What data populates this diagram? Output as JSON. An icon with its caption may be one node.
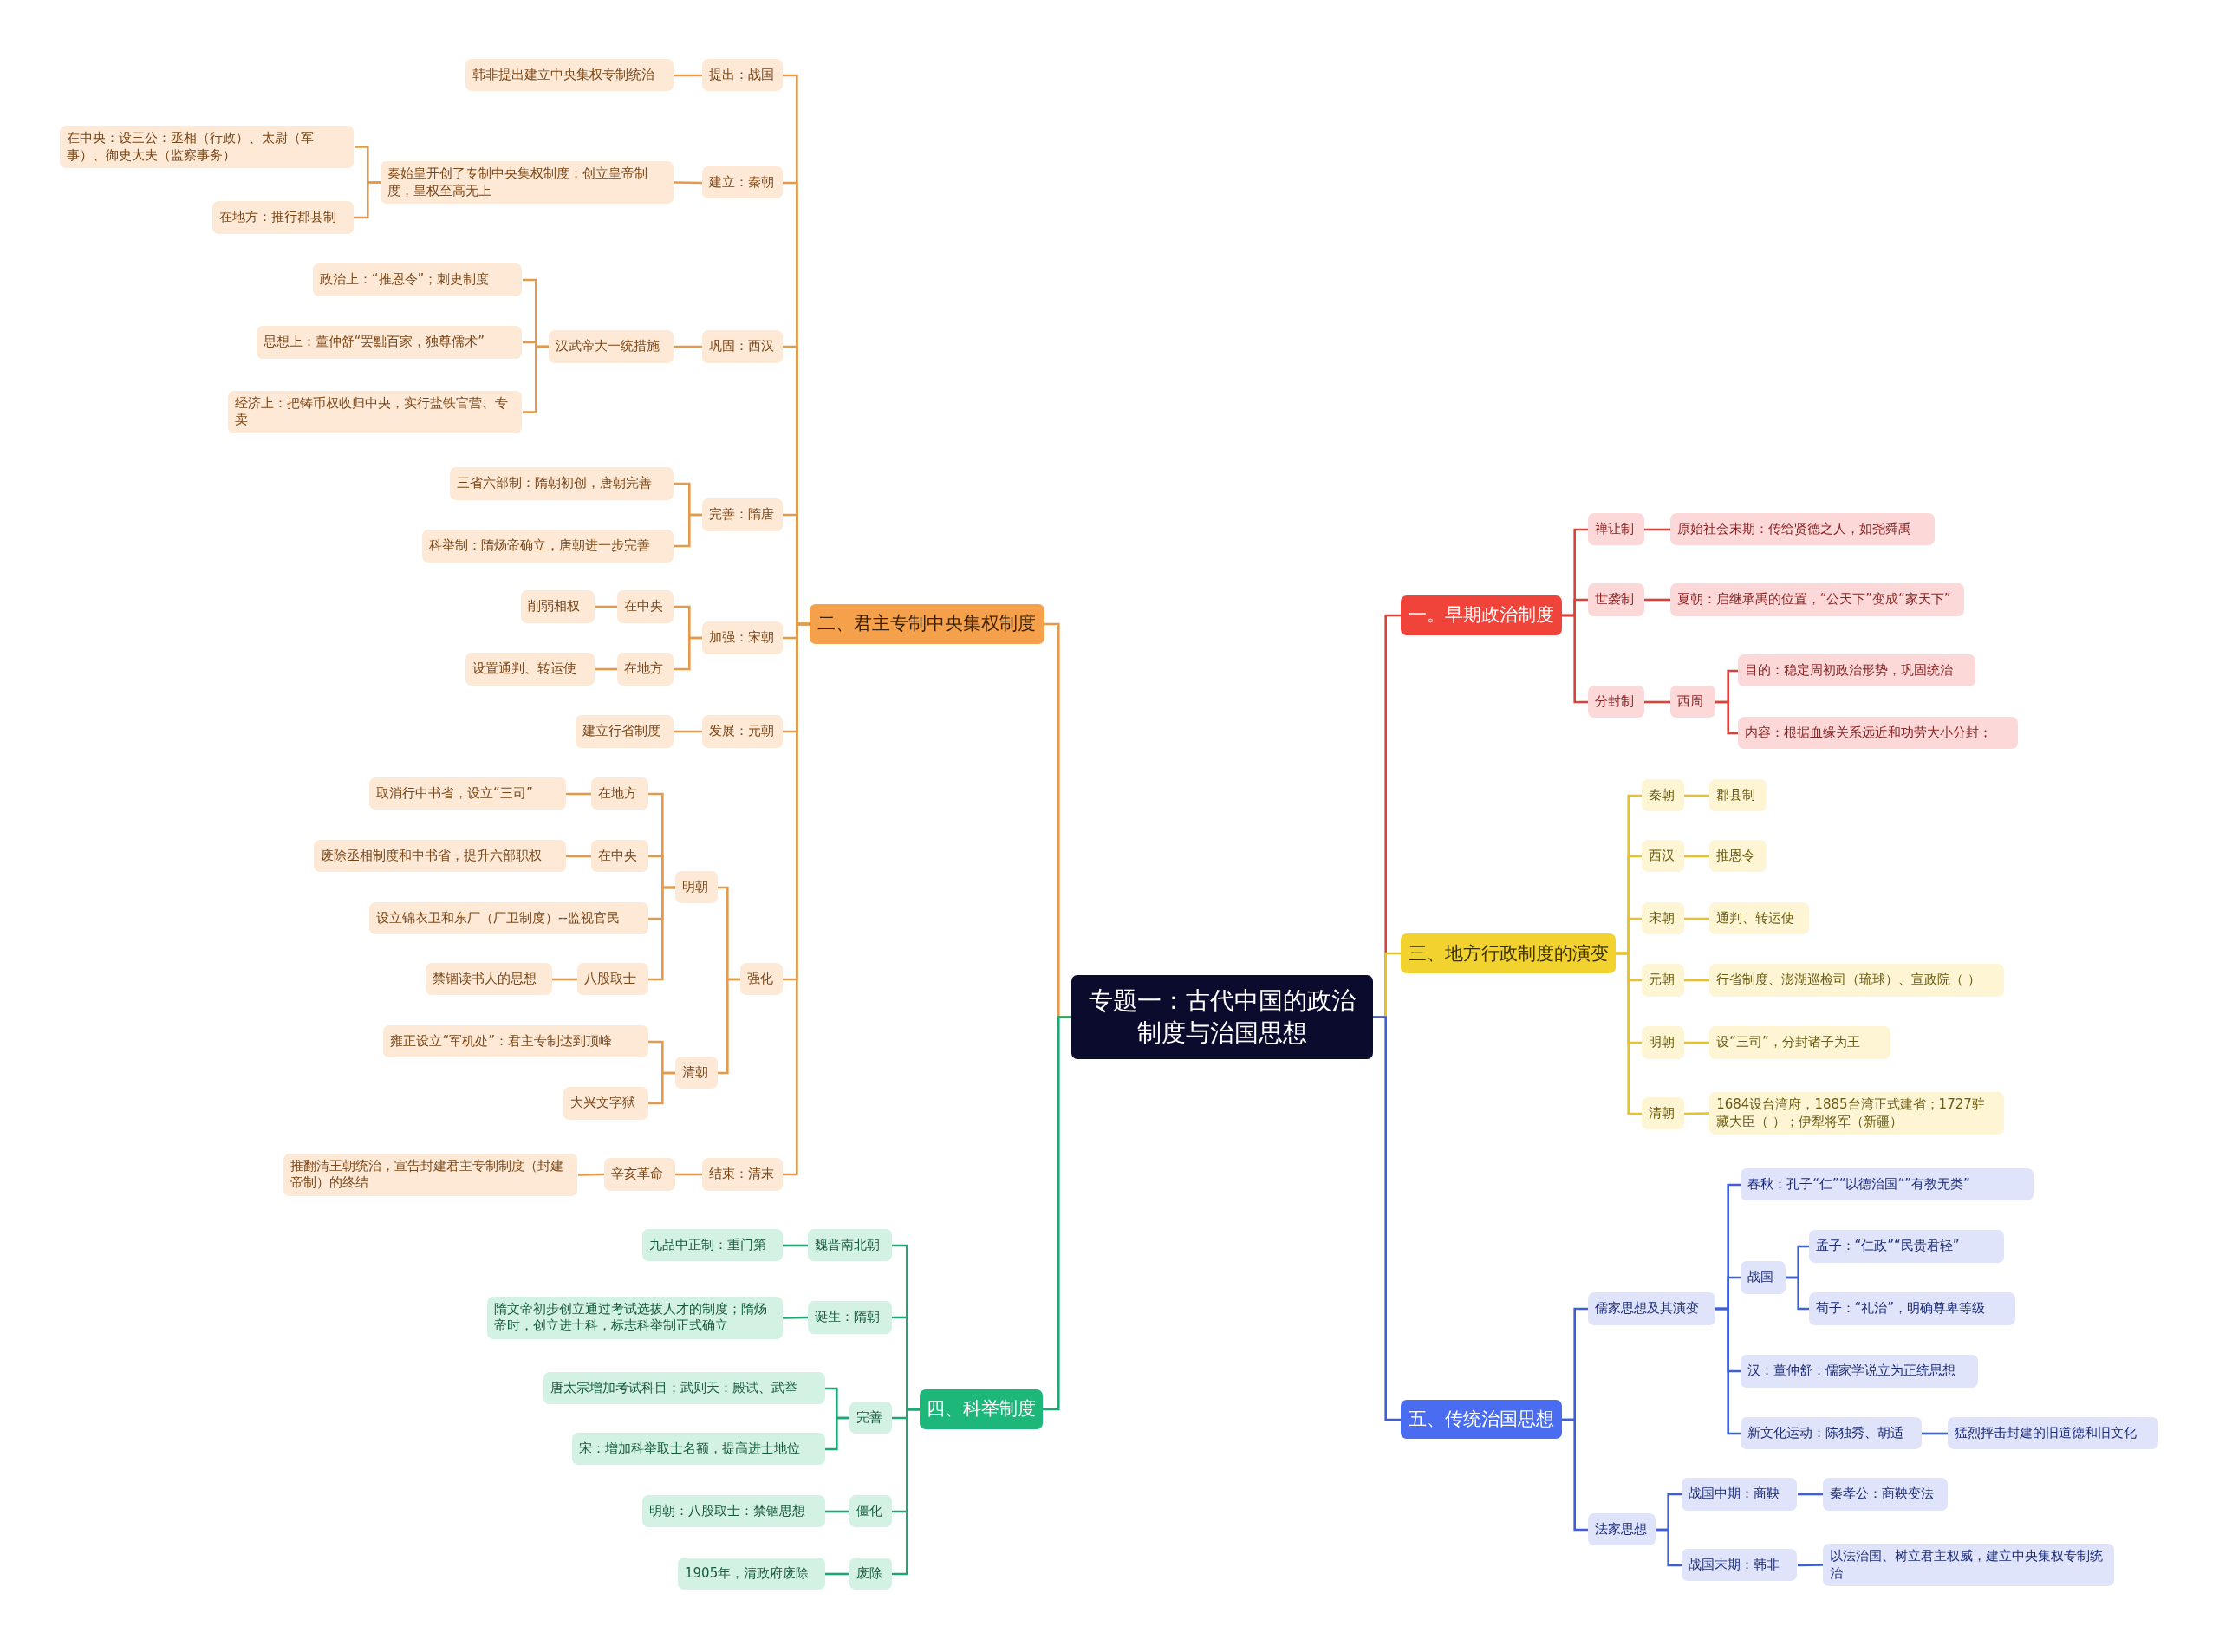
{
  "diagram": {
    "nodes": [
      {
        "text": [
          "专题一：古代中国的政治制度与治国思想"
        ]
      },
      {
        "text": [
          "二、君主专制中央集权制度"
        ]
      },
      {
        "text": [
          "提出：战国"
        ]
      },
      {
        "text": [
          "韩非提出建立中央集权专制统治"
        ]
      },
      {
        "text": [
          "建立：秦朝"
        ]
      },
      {
        "text": [
          "秦始皇开创了专制中央集权制度；创立皇帝制度，皇权至高无上"
        ]
      },
      {
        "text": [
          "在中央：设三公：丞相（行政）、太尉（军事）、御史大夫（监察事务）"
        ]
      },
      {
        "text": [
          "在地方：推行郡县制"
        ]
      },
      {
        "text": [
          "巩固：西汉"
        ]
      },
      {
        "text": [
          "汉武帝大一统措施"
        ]
      },
      {
        "text": [
          "政治上：“推恩令”；刺史制度"
        ]
      },
      {
        "text": [
          "思想上：董仲舒“罢黜百家，独尊儒术”"
        ]
      },
      {
        "text": [
          "经济上：把铸币权收归中央，实行盐铁官营、专卖"
        ]
      },
      {
        "text": [
          "完善：隋唐"
        ]
      },
      {
        "text": [
          "三省六部制：隋朝初创，唐朝完善"
        ]
      },
      {
        "text": [
          "科举制：隋炀帝确立，唐朝进一步完善"
        ]
      },
      {
        "text": [
          "加强：宋朝"
        ]
      },
      {
        "text": [
          "在中央"
        ]
      },
      {
        "text": [
          "削弱相权"
        ]
      },
      {
        "text": [
          "在地方"
        ]
      },
      {
        "text": [
          "设置通判、转运使"
        ]
      },
      {
        "text": [
          "发展：元朝"
        ]
      },
      {
        "text": [
          "建立行省制度"
        ]
      },
      {
        "text": [
          "强化"
        ]
      },
      {
        "text": [
          "明朝"
        ]
      },
      {
        "text": [
          "在地方"
        ]
      },
      {
        "text": [
          "取消行中书省，设立“三司”"
        ]
      },
      {
        "text": [
          "在中央"
        ]
      },
      {
        "text": [
          "废除丞相制度和中书省，提升六部职权"
        ]
      },
      {
        "text": [
          "设立锦衣卫和东厂（厂卫制度）--监视官民"
        ]
      },
      {
        "text": [
          "八股取士"
        ]
      },
      {
        "text": [
          "禁锢读书人的思想"
        ]
      },
      {
        "text": [
          "清朝"
        ]
      },
      {
        "text": [
          "雍正设立“军机处”：君主专制达到顶峰"
        ]
      },
      {
        "text": [
          "大兴文字狱"
        ]
      },
      {
        "text": [
          "结束：清末"
        ]
      },
      {
        "text": [
          "辛亥革命"
        ]
      },
      {
        "text": [
          "推翻清王朝统治，宣告封建君主专制制度（封建帝制）的终结"
        ]
      },
      {
        "text": [
          "四、科举制度"
        ]
      },
      {
        "text": [
          "魏晋南北朝"
        ]
      },
      {
        "text": [
          "九品中正制：重门第"
        ]
      },
      {
        "text": [
          "诞生：隋朝"
        ]
      },
      {
        "text": [
          "隋文帝初步创立通过考试选拔人才的制度；隋炀帝时，创立进士科，标志科举制正式确立"
        ]
      },
      {
        "text": [
          "完善"
        ]
      },
      {
        "text": [
          "唐太宗增加考试科目；武则天：殿试、武举"
        ]
      },
      {
        "text": [
          "宋：增加科举取士名额，提高进士地位"
        ]
      },
      {
        "text": [
          "僵化"
        ]
      },
      {
        "text": [
          "明朝：八股取士：禁锢思想"
        ]
      },
      {
        "text": [
          "废除"
        ]
      },
      {
        "text": [
          "1905年，清政府废除"
        ]
      },
      {
        "text": [
          "一。早期政治制度"
        ]
      },
      {
        "text": [
          "禅让制"
        ]
      },
      {
        "text": [
          "原始社会末期：传给贤德之人，如尧舜禹"
        ]
      },
      {
        "text": [
          "世袭制"
        ]
      },
      {
        "text": [
          "夏朝：启继承禹的位置，“公天下”变成“家天下”"
        ]
      },
      {
        "text": [
          "分封制"
        ]
      },
      {
        "text": [
          "西周"
        ]
      },
      {
        "text": [
          "目的：稳定周初政治形势，巩固统治"
        ]
      },
      {
        "text": [
          "内容：根据血缘关系远近和功劳大小分封；"
        ]
      },
      {
        "text": [
          "三、地方行政制度的演变"
        ]
      },
      {
        "text": [
          "秦朝"
        ]
      },
      {
        "text": [
          "郡县制"
        ]
      },
      {
        "text": [
          "西汉"
        ]
      },
      {
        "text": [
          "推恩令"
        ]
      },
      {
        "text": [
          "宋朝"
        ]
      },
      {
        "text": [
          "通判、转运使"
        ]
      },
      {
        "text": [
          "元朝"
        ]
      },
      {
        "text": [
          "行省制度、澎湖巡检司（琉球）、宣政院（ ）"
        ]
      },
      {
        "text": [
          "明朝"
        ]
      },
      {
        "text": [
          "设“三司”，分封诸子为王"
        ]
      },
      {
        "text": [
          "清朝"
        ]
      },
      {
        "text": [
          "1684设台湾府，1885台湾正式建省；1727驻藏大臣（ ）；伊犁将军（新疆）"
        ]
      },
      {
        "text": [
          "五、传统治国思想"
        ]
      },
      {
        "text": [
          "儒家思想及其演变"
        ]
      },
      {
        "text": [
          "春秋：孔子“仁”“以德治国“”有教无类”"
        ]
      },
      {
        "text": [
          "战国"
        ]
      },
      {
        "text": [
          "孟子：“仁政”“民贵君轻”"
        ]
      },
      {
        "text": [
          "荀子：“礼治”，明确尊卑等级"
        ]
      },
      {
        "text": [
          "汉：董仲舒：儒家学说立为正统思想"
        ]
      },
      {
        "text": [
          "新文化运动：陈独秀、胡适"
        ]
      },
      {
        "text": [
          "猛烈抨击封建的旧道德和旧文化"
        ]
      },
      {
        "text": [
          "法家思想"
        ]
      },
      {
        "text": [
          "战国中期：商鞅"
        ]
      },
      {
        "text": [
          "秦孝公：商鞅变法"
        ]
      },
      {
        "text": [
          "战国末期：韩非"
        ]
      },
      {
        "text": [
          "以法治国、树立君主权威，建立中央集权专制统治"
        ]
      }
    ],
    "edges": [
      {
        "from": 0,
        "to": 1,
        "arrow": "none"
      },
      {
        "from": 1,
        "to": 2,
        "arrow": "none"
      },
      {
        "from": 2,
        "to": 3,
        "arrow": "none"
      },
      {
        "from": 1,
        "to": 4,
        "arrow": "none"
      },
      {
        "from": 4,
        "to": 5,
        "arrow": "none"
      },
      {
        "from": 5,
        "to": 6,
        "arrow": "none"
      },
      {
        "from": 5,
        "to": 7,
        "arrow": "none"
      },
      {
        "from": 1,
        "to": 8,
        "arrow": "none"
      },
      {
        "from": 8,
        "to": 9,
        "arrow": "none"
      },
      {
        "from": 9,
        "to": 10,
        "arrow": "none"
      },
      {
        "from": 9,
        "to": 11,
        "arrow": "none"
      },
      {
        "from": 9,
        "to": 12,
        "arrow": "none"
      },
      {
        "from": 1,
        "to": 13,
        "arrow": "none"
      },
      {
        "from": 13,
        "to": 14,
        "arrow": "none"
      },
      {
        "from": 13,
        "to": 15,
        "arrow": "none"
      },
      {
        "from": 1,
        "to": 16,
        "arrow": "none"
      },
      {
        "from": 16,
        "to": 17,
        "arrow": "none"
      },
      {
        "from": 17,
        "to": 18,
        "arrow": "none"
      },
      {
        "from": 16,
        "to": 19,
        "arrow": "none"
      },
      {
        "from": 19,
        "to": 20,
        "arrow": "none"
      },
      {
        "from": 1,
        "to": 21,
        "arrow": "none"
      },
      {
        "from": 21,
        "to": 22,
        "arrow": "none"
      },
      {
        "from": 1,
        "to": 23,
        "arrow": "none"
      },
      {
        "from": 23,
        "to": 24,
        "arrow": "none"
      },
      {
        "from": 24,
        "to": 25,
        "arrow": "none"
      },
      {
        "from": 25,
        "to": 26,
        "arrow": "none"
      },
      {
        "from": 24,
        "to": 27,
        "arrow": "none"
      },
      {
        "from": 27,
        "to": 28,
        "arrow": "none"
      },
      {
        "from": 24,
        "to": 29,
        "arrow": "none"
      },
      {
        "from": 24,
        "to": 30,
        "arrow": "none"
      },
      {
        "from": 30,
        "to": 31,
        "arrow": "none"
      },
      {
        "from": 23,
        "to": 32,
        "arrow": "none"
      },
      {
        "from": 32,
        "to": 33,
        "arrow": "none"
      },
      {
        "from": 32,
        "to": 34,
        "arrow": "none"
      },
      {
        "from": 1,
        "to": 35,
        "arrow": "none"
      },
      {
        "from": 35,
        "to": 36,
        "arrow": "none"
      },
      {
        "from": 36,
        "to": 37,
        "arrow": "none"
      },
      {
        "from": 0,
        "to": 38,
        "arrow": "none",
        "color": "#1fa672"
      },
      {
        "from": 38,
        "to": 39,
        "arrow": "none",
        "color": "#1fa672"
      },
      {
        "from": 39,
        "to": 40,
        "arrow": "none",
        "color": "#1fa672"
      },
      {
        "from": 38,
        "to": 41,
        "arrow": "none",
        "color": "#1fa672"
      },
      {
        "from": 41,
        "to": 42,
        "arrow": "none",
        "color": "#1fa672"
      },
      {
        "from": 38,
        "to": 43,
        "arrow": "none",
        "color": "#1fa672"
      },
      {
        "from": 43,
        "to": 44,
        "arrow": "none",
        "color": "#1fa672"
      },
      {
        "from": 43,
        "to": 45,
        "arrow": "none",
        "color": "#1fa672"
      },
      {
        "from": 38,
        "to": 46,
        "arrow": "none",
        "color": "#1fa672"
      },
      {
        "from": 46,
        "to": 47,
        "arrow": "none",
        "color": "#1fa672"
      },
      {
        "from": 38,
        "to": 48,
        "arrow": "none",
        "color": "#1fa672"
      },
      {
        "from": 48,
        "to": 49,
        "arrow": "none",
        "color": "#1fa672"
      },
      {
        "from": 0,
        "to": 50,
        "arrow": "none",
        "color": "#d9443a"
      },
      {
        "from": 50,
        "to": 51,
        "arrow": "none",
        "color": "#d9443a"
      },
      {
        "from": 51,
        "to": 52,
        "arrow": "none",
        "color": "#d9443a"
      },
      {
        "from": 50,
        "to": 53,
        "arrow": "none",
        "color": "#d9443a"
      },
      {
        "from": 53,
        "to": 54,
        "arrow": "none",
        "color": "#d9443a"
      },
      {
        "from": 50,
        "to": 55,
        "arrow": "none",
        "color": "#d9443a"
      },
      {
        "from": 55,
        "to": 56,
        "arrow": "none",
        "color": "#d9443a"
      },
      {
        "from": 56,
        "to": 57,
        "arrow": "none",
        "color": "#d9443a"
      },
      {
        "from": 56,
        "to": 58,
        "arrow": "none",
        "color": "#d9443a"
      },
      {
        "from": 0,
        "to": 59,
        "arrow": "none",
        "color": "#e6c32a"
      },
      {
        "from": 59,
        "to": 60,
        "arrow": "none",
        "color": "#e6c32a"
      },
      {
        "from": 60,
        "to": 61,
        "arrow": "none",
        "color": "#e6c32a"
      },
      {
        "from": 59,
        "to": 62,
        "arrow": "none",
        "color": "#e6c32a"
      },
      {
        "from": 62,
        "to": 63,
        "arrow": "none",
        "color": "#e6c32a"
      },
      {
        "from": 59,
        "to": 64,
        "arrow": "none",
        "color": "#e6c32a"
      },
      {
        "from": 64,
        "to": 65,
        "arrow": "none",
        "color": "#e6c32a"
      },
      {
        "from": 59,
        "to": 66,
        "arrow": "none",
        "color": "#e6c32a"
      },
      {
        "from": 66,
        "to": 67,
        "arrow": "none",
        "color": "#e6c32a"
      },
      {
        "from": 59,
        "to": 68,
        "arrow": "none",
        "color": "#e6c32a"
      },
      {
        "from": 68,
        "to": 69,
        "arrow": "none",
        "color": "#e6c32a"
      },
      {
        "from": 59,
        "to": 70,
        "arrow": "none",
        "color": "#e6c32a"
      },
      {
        "from": 70,
        "to": 71,
        "arrow": "none",
        "color": "#e6c32a"
      },
      {
        "from": 0,
        "to": 72,
        "arrow": "none",
        "color": "#3f5fd6"
      },
      {
        "from": 72,
        "to": 73,
        "arrow": "none",
        "color": "#3f5fd6"
      },
      {
        "from": 73,
        "to": 74,
        "arrow": "none",
        "color": "#3f5fd6"
      },
      {
        "from": 73,
        "to": 75,
        "arrow": "none",
        "color": "#3f5fd6"
      },
      {
        "from": 75,
        "to": 76,
        "arrow": "none",
        "color": "#3f5fd6"
      },
      {
        "from": 75,
        "to": 77,
        "arrow": "none",
        "color": "#3f5fd6"
      },
      {
        "from": 73,
        "to": 78,
        "arrow": "none",
        "color": "#3f5fd6"
      },
      {
        "from": 73,
        "to": 79,
        "arrow": "none",
        "color": "#3f5fd6"
      },
      {
        "from": 79,
        "to": 80,
        "arrow": "none",
        "color": "#3f5fd6"
      },
      {
        "from": 72,
        "to": 81,
        "arrow": "none",
        "color": "#3f5fd6"
      },
      {
        "from": 81,
        "to": 82,
        "arrow": "none",
        "color": "#3f5fd6"
      },
      {
        "from": 82,
        "to": 83,
        "arrow": "none",
        "color": "#3f5fd6"
      },
      {
        "from": 81,
        "to": 84,
        "arrow": "none",
        "color": "#3f5fd6"
      },
      {
        "from": 84,
        "to": 85,
        "arrow": "none",
        "color": "#3f5fd6"
      }
    ]
  }
}
